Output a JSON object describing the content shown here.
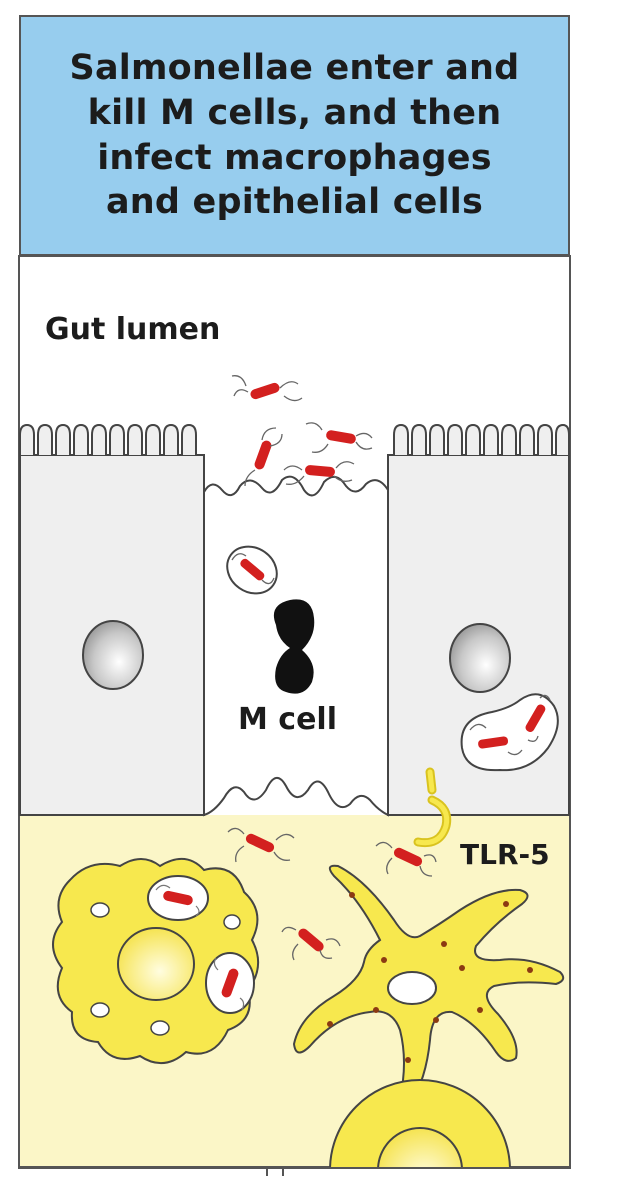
{
  "title": [
    "Salmonellae enter and",
    "kill M cells, and then",
    "infect macrophages",
    "and epithelial cells"
  ],
  "labels": {
    "gut_lumen": "Gut lumen",
    "m_cell": "M cell",
    "tlr5": "TLR-5"
  },
  "colors": {
    "title_bg": "#97cdee",
    "epithelium": "#efefef",
    "m_cell": "#ffffff",
    "tissue": "#fbf6c7",
    "immune_cell": "#f7e84e",
    "bacterium": "#d3201f",
    "outline": "#444444"
  }
}
